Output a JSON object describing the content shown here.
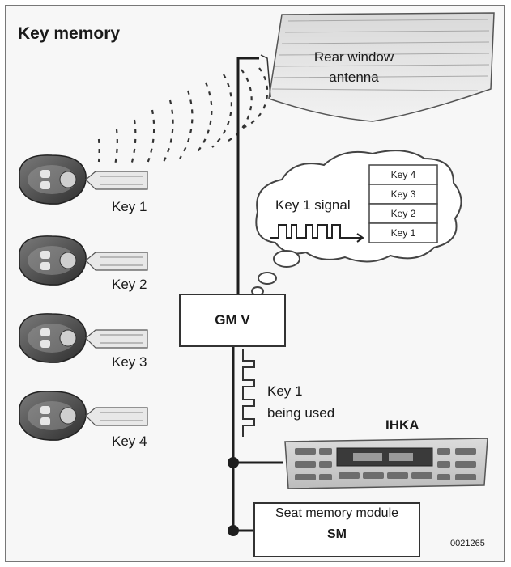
{
  "title": "Key memory",
  "antenna": {
    "label_line1": "Rear window",
    "label_line2": "antenna"
  },
  "keys": [
    {
      "label": "Key 1"
    },
    {
      "label": "Key 2"
    },
    {
      "label": "Key 3"
    },
    {
      "label": "Key 4"
    }
  ],
  "cloud": {
    "signal_label": "Key 1 signal",
    "memory_slots": [
      "Key 4",
      "Key 3",
      "Key 2",
      "Key 1"
    ]
  },
  "gm_module": {
    "label": "GM V"
  },
  "pulse_label": {
    "line1": "Key 1",
    "line2": "being used"
  },
  "ihka": {
    "label": "IHKA"
  },
  "seat_module": {
    "line1": "Seat memory module",
    "line2": "SM"
  },
  "figure_code": "0021265",
  "colors": {
    "line": "#1e1e1e",
    "fill_light": "#efefef",
    "key_dark": "#4a4a4a"
  }
}
